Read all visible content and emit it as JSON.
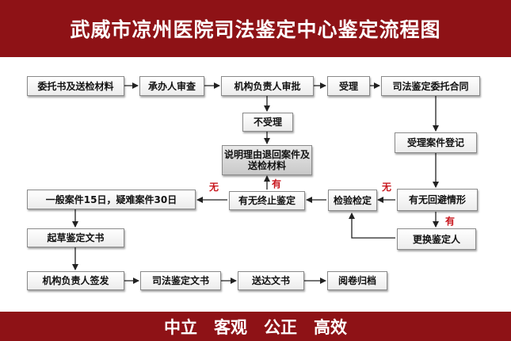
{
  "title": "武威市凉州医院司法鉴定中心鉴定流程图",
  "footer": "中立　客观　公正　高效",
  "nodes": {
    "submit": "委托书及送检材料",
    "handler_review": "承办人审查",
    "head_approval": "机构负责人审批",
    "accept": "受理",
    "contract": "司法鉴定委托合同",
    "not_accept": "不受理",
    "explain_return": "说明理由退回案件及送检材料",
    "case_register": "受理案件登记",
    "check_avoidance": "有无回避情形",
    "replace_expert": "更换鉴定人",
    "inspection": "检验检定",
    "termination_check": "有无终止鉴定",
    "time_limit": "一般案件15日，疑难案件30日",
    "draft_document": "起草鉴定文书",
    "head_sign": "机构负责人签发",
    "judicial_document": "司法鉴定文书",
    "deliver": "送达文书",
    "archive": "阅卷归档"
  },
  "labels": {
    "yes": "有",
    "no": "无"
  },
  "colors": {
    "banner": "#8e1216",
    "tag": "#c8161d",
    "line": "#222222"
  }
}
